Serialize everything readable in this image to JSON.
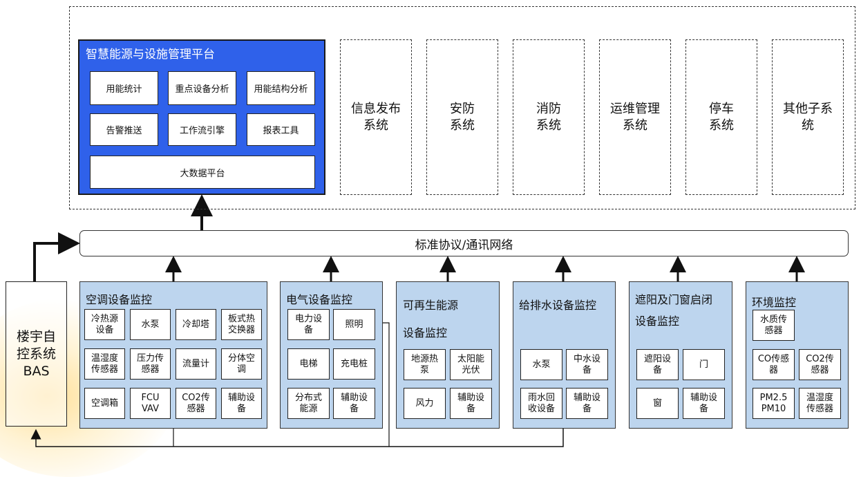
{
  "platform": {
    "title": "智慧能源与设施管理平台",
    "modules": [
      "用能统计",
      "重点设备分析",
      "用能结构分析",
      "告警推送",
      "工作流引擎",
      "报表工具"
    ],
    "bigdata": "大数据平台"
  },
  "subsystems": [
    "信息发布\n系统",
    "安防\n系统",
    "消防\n系统",
    "运维管理\n系统",
    "停车\n系统",
    "其他子系\n统"
  ],
  "network": "标准协议/通讯网络",
  "bas": "楼宇自\n控系统\nBAS",
  "panels": {
    "hvac": {
      "title": "空调设备监控",
      "items": [
        "冷热源\n设备",
        "水泵",
        "冷却塔",
        "板式热\n交换器",
        "温湿度\n传感器",
        "压力传\n感器",
        "流量计",
        "分体空\n调",
        "空调箱",
        "FCU\nVAV",
        "CO2传\n感器",
        "辅助设\n备"
      ]
    },
    "electric": {
      "title": "电气设备监控",
      "items": [
        "电力设\n备",
        "照明",
        "电梯",
        "充电桩",
        "分布式\n能源",
        "辅助设\n备"
      ]
    },
    "renewable": {
      "title1": "可再生能源",
      "title2": "设备监控",
      "items": [
        "地源热\n泵",
        "太阳能\n光伏",
        "风力",
        "辅助设\n备"
      ]
    },
    "water": {
      "title": "给排水设备监控",
      "items": [
        "水泵",
        "中水设\n备",
        "雨水回\n收设备",
        "辅助设\n备"
      ]
    },
    "shade": {
      "title1": "遮阳及门窗启闭",
      "title2": "设备监控",
      "items": [
        "遮阳设\n备",
        "门",
        "窗",
        "辅助设\n备"
      ]
    },
    "env": {
      "title": "环境监控",
      "items": [
        "水质传\n感器",
        "CO传感\n器",
        "CO2传\n感器",
        "PM2.5\nPM10",
        "温湿度\n传感器"
      ]
    }
  },
  "colors": {
    "platform": "#2f61ea",
    "panel": "#bdd5ee"
  }
}
